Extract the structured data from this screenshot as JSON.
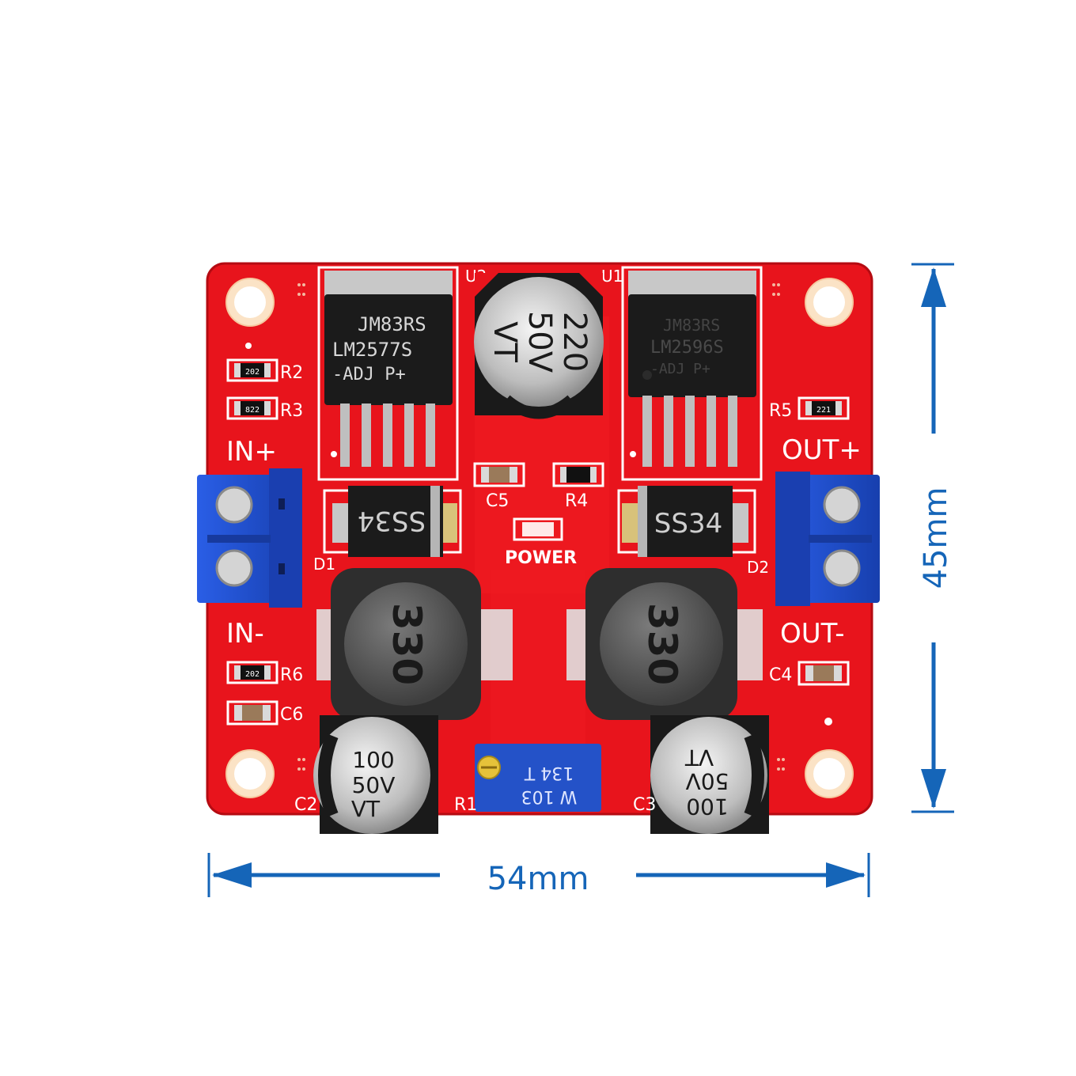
{
  "colors": {
    "pcb": "#e8141c",
    "pcb_dark": "#c40d14",
    "silk": "#ffffff",
    "terminal": "#1f4fd8",
    "dimension": "#1565b8",
    "chip": "#1b1b1b",
    "inductor_core": "#5a5a5a",
    "cap_silver": "#c9c9c9",
    "trimmer": "#2452c8"
  },
  "dimensions": {
    "width_label": "54mm",
    "height_label": "45mm"
  },
  "silkscreen": {
    "in_plus": "IN+",
    "in_minus": "IN-",
    "out_plus": "OUT+",
    "out_minus": "OUT-",
    "power": "POWER",
    "u1": "U1",
    "u2": "U2",
    "r1": "R1",
    "r2": "R2",
    "r3": "R3",
    "r4": "R4",
    "r5": "R5",
    "r6": "R6",
    "c2": "C2",
    "c3": "C3",
    "c4": "C4",
    "c5": "C5",
    "c6": "C6",
    "d1": "D1",
    "d2": "D2"
  },
  "components": {
    "left_ic": {
      "line1": "JM83RS",
      "line2": "LM2577S",
      "line3": "-ADJ  P+"
    },
    "right_ic": {
      "line1": "JM83RS",
      "line2": "LM2596S",
      "line3": "-ADJ  P+"
    },
    "top_cap": {
      "line1": "220",
      "line2": "50V",
      "line3": "VT"
    },
    "diode_left": "SS34",
    "diode_right": "SS34",
    "inductor_left": "330",
    "inductor_right": "330",
    "cap_left": {
      "line1": "100",
      "line2": "50V",
      "line3": "VT"
    },
    "cap_right": {
      "line1": "100",
      "line2": "50V",
      "line3": "VT"
    },
    "trimmer": {
      "line1": "W 103",
      "line2": "134 T"
    },
    "resistor_codes": {
      "r2": "202",
      "r3": "822",
      "r5": "221",
      "r6": "202"
    }
  }
}
